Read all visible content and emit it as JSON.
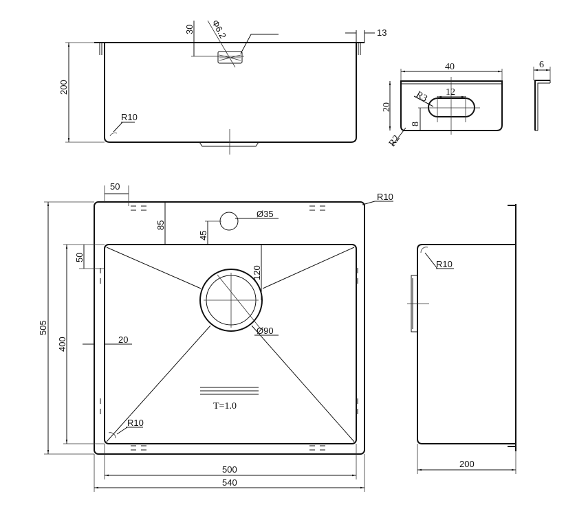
{
  "top_view": {
    "depth": "200",
    "overflow_offset": "30",
    "overflow_dia": "Φ6.2",
    "corner_radius": "R10",
    "flange_width": "13"
  },
  "bracket": {
    "length": "40",
    "height": "20",
    "slot_length": "12",
    "slot_radius": "R3",
    "slot_offset": "8",
    "corner_radius": "R2",
    "flange": "6"
  },
  "plan_view": {
    "faucet_offset_x": "50",
    "faucet_offset_y": "85",
    "faucet_center": "45",
    "faucet_hole": "Ø35",
    "outer_radius": "R10",
    "drain_offset": "120",
    "drain_dia": "Ø90",
    "clip_offset": "50",
    "outer_depth": "505",
    "inner_depth": "400",
    "rim": "20",
    "thickness": "T=1.0",
    "inner_radius": "R10",
    "inner_width": "500",
    "outer_width": "540"
  },
  "side_view": {
    "corner_radius": "R10",
    "depth": "200"
  },
  "colors": {
    "line": "#111111",
    "background": "#ffffff"
  }
}
